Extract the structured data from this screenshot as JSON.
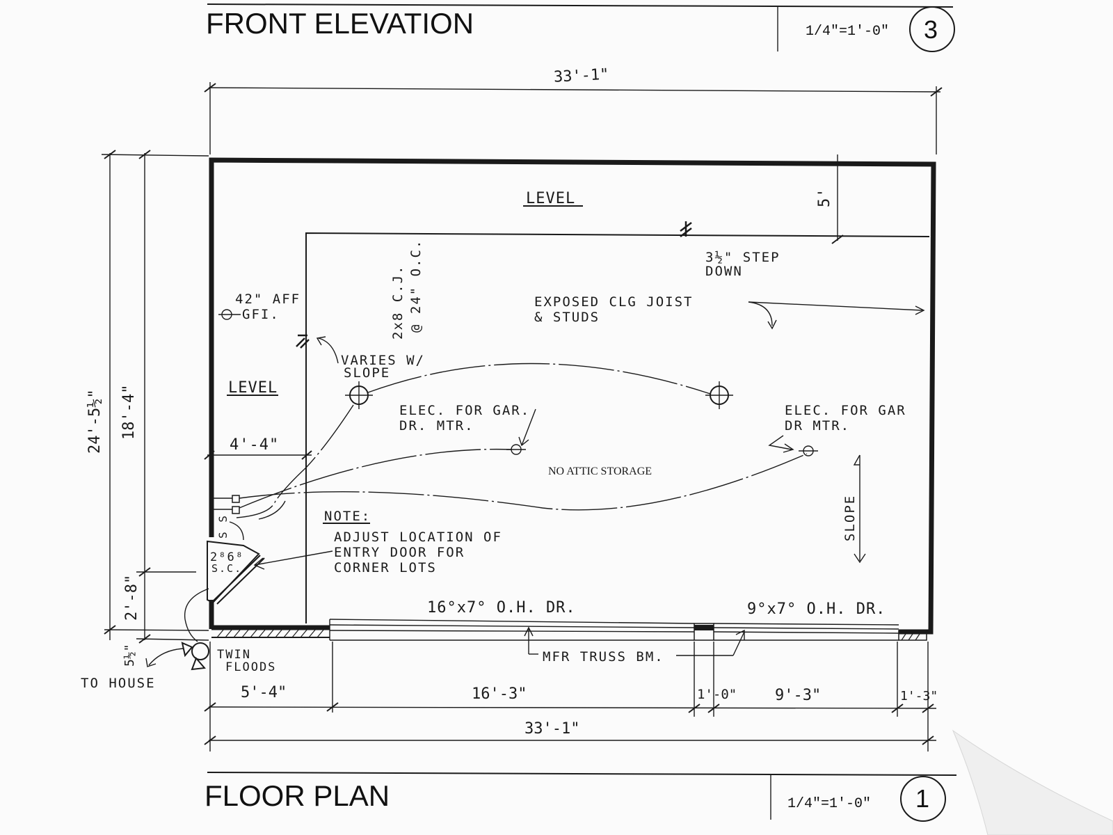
{
  "sheet": {
    "top_title": "FRONT ELEVATION",
    "top_scale": "1/4\"=1'-0\"",
    "top_number": "3",
    "bottom_title": "FLOOR PLAN",
    "bottom_scale": "1/4\"=1'-0\"",
    "bottom_number": "1"
  },
  "dimensions": {
    "overall_top": "33'-1\"",
    "overall_bottom": "33'-1\"",
    "left_overall": "24'-5½\"",
    "left_upper": "18'-4\"",
    "left_lower": "2'-8\"",
    "left_small": "5½\"",
    "step_offset": "5'",
    "side_offset": "4'-4\"",
    "bottom_segments": [
      "5'-4\"",
      "16'-3\"",
      "1'-0\"",
      "9'-3\"",
      "1'-3\""
    ]
  },
  "labels": {
    "level_top": "LEVEL",
    "level_left": "LEVEL",
    "step_line1": "3½\" STEP",
    "step_line2": "DOWN",
    "joists_line1": "2x8 C.J.",
    "joists_line2": "@ 24\" O.C.",
    "exposed_line1": "EXPOSED  CLG  JOIST",
    "exposed_line2": "& STUDS",
    "gfi_line1": "42\" AFF",
    "gfi_line2": "GFI.",
    "varies_line1": "VARIES W/",
    "varies_line2": "SLOPE",
    "elec1_line1": "ELEC. FOR GAR.",
    "elec1_line2": "DR. MTR.",
    "elec2_line1": "ELEC. FOR GAR",
    "elec2_line2": "DR  MTR.",
    "attic": "NO ATTIC STORAGE",
    "slope": "SLOPE",
    "note_title": "NOTE:",
    "note_line1": "ADJUST  LOCATION  OF",
    "note_line2": "ENTRY  DOOR  FOR",
    "note_line3": "CORNER  LOTS",
    "door_line1": "2⁸6⁸",
    "door_line2": "S.C.",
    "switch": "S S",
    "ohd_large": "16°x7° O.H. DR.",
    "ohd_small": "9°x7° O.H. DR.",
    "truss": "MFR  TRUSS  BM.",
    "floods_line1": "TWIN",
    "floods_line2": "FLOODS",
    "to_house": "TO  HOUSE"
  }
}
